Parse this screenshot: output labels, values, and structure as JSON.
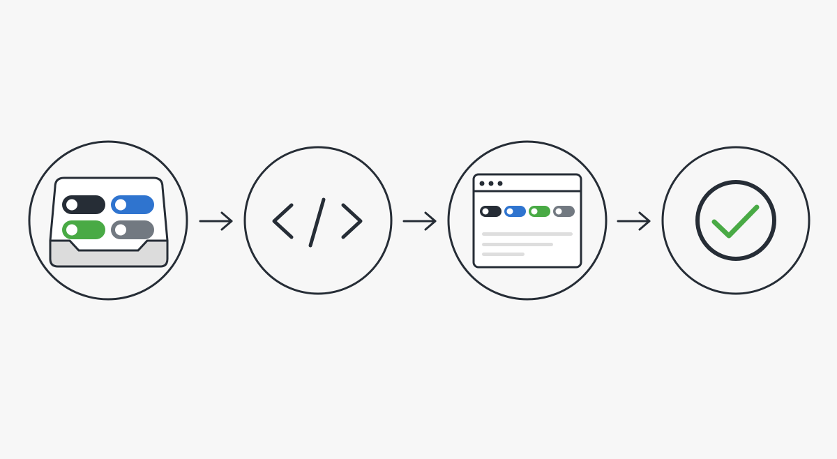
{
  "colors": {
    "background": "#f7f7f7",
    "ink": "#262d36",
    "dark_toggle": "#262d36",
    "blue_toggle": "#2f74cf",
    "green_toggle": "#49aa45",
    "gray_toggle": "#727981",
    "tray_shade": "#dcdcdc",
    "skeleton_line": "#dedede",
    "check": "#49aa45",
    "white": "#ffffff"
  },
  "steps": [
    {
      "id": "toggle-tray",
      "icon": "toggle-tray-icon",
      "interactable": false
    },
    {
      "id": "code",
      "icon": "code-brackets-icon",
      "interactable": false
    },
    {
      "id": "browser-preview",
      "icon": "browser-window-icon",
      "interactable": false
    },
    {
      "id": "success",
      "icon": "checkmark-icon",
      "interactable": false
    }
  ],
  "arrows": [
    {
      "icon": "right-arrow-icon"
    },
    {
      "icon": "right-arrow-icon"
    },
    {
      "icon": "right-arrow-icon"
    }
  ]
}
